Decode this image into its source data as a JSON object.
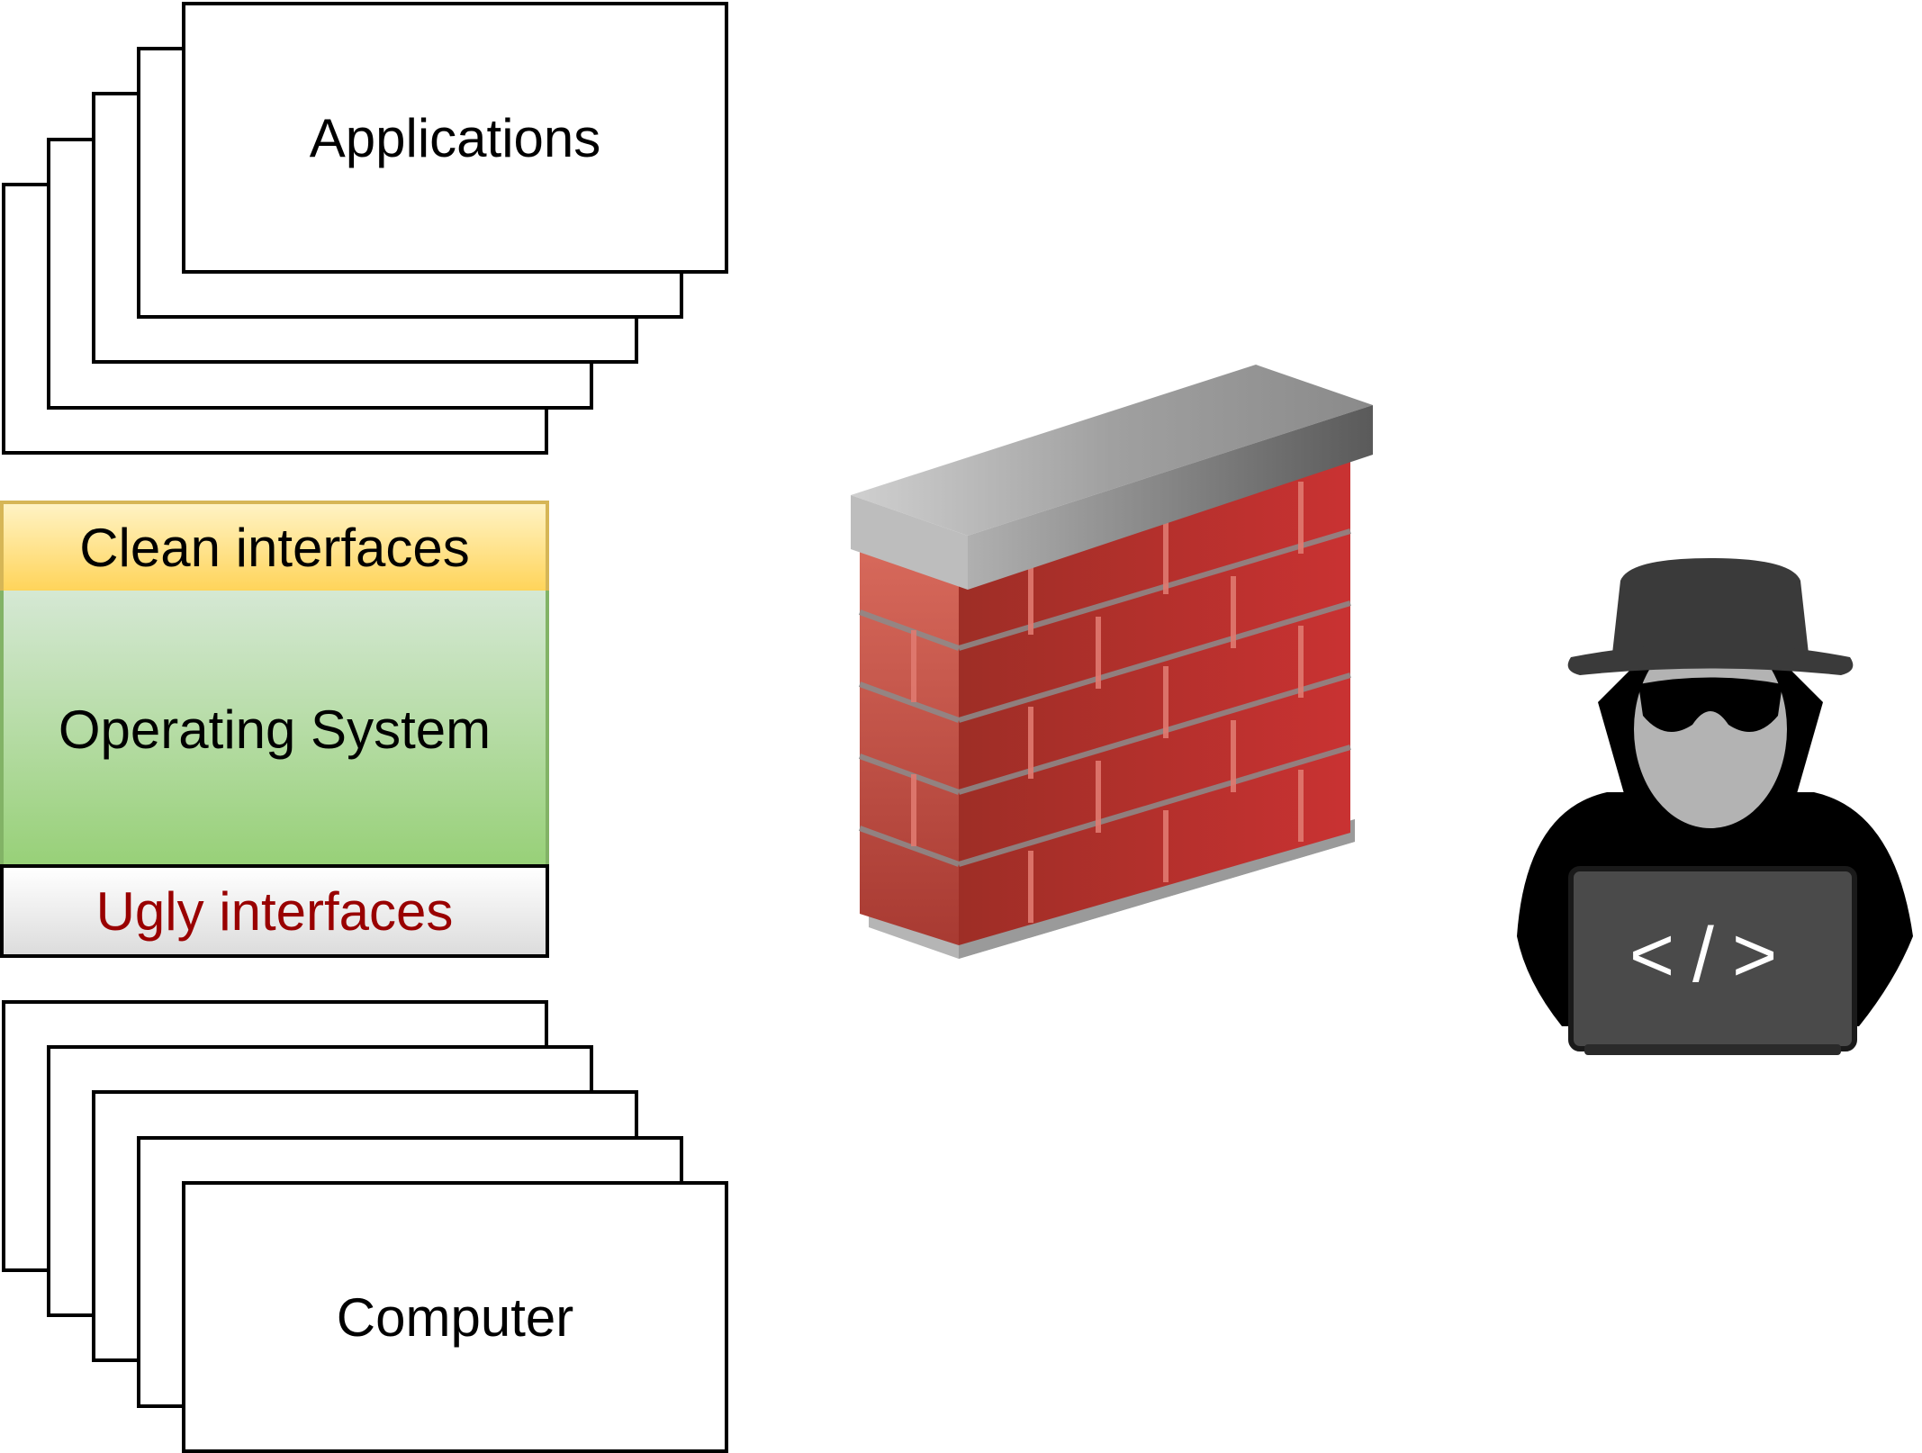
{
  "diagram": {
    "applications_label": "Applications",
    "clean_interfaces_label": "Clean interfaces",
    "operating_system_label": "Operating System",
    "ugly_interfaces_label": "Ugly interfaces",
    "computer_label": "Computer",
    "laptop_screen_text": "</>"
  },
  "icons": {
    "firewall": "brick-wall-icon",
    "attacker": "hacker-with-laptop-icon"
  },
  "colors": {
    "clean_interfaces_fill": "#ffd966",
    "operating_system_fill": "#b9e0a5",
    "ugly_interfaces_text": "#990000",
    "brick": "#c0392b"
  }
}
